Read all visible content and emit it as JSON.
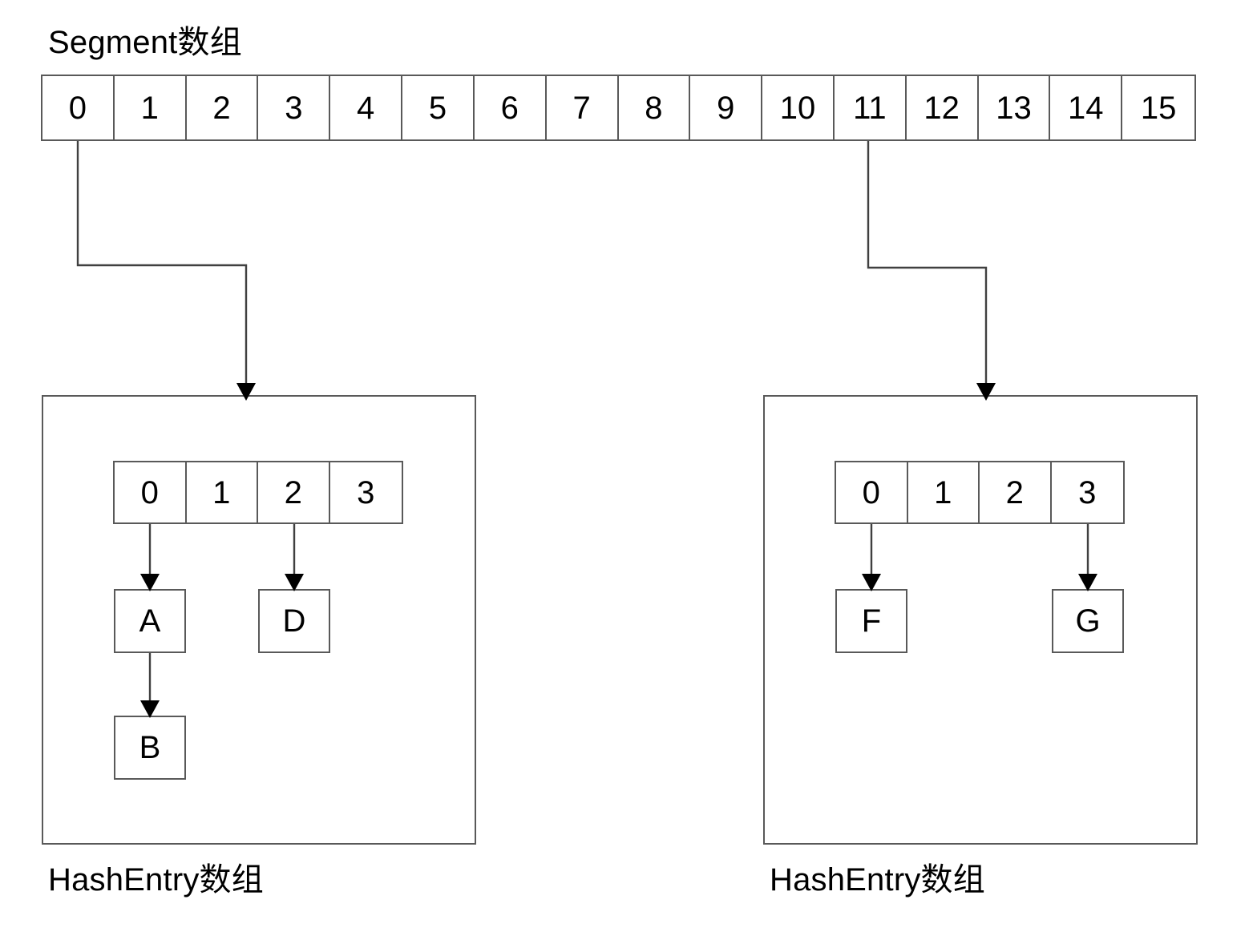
{
  "diagram": {
    "title": "Segment数组",
    "segment_array": {
      "name": "Segment数组",
      "cells": [
        "0",
        "1",
        "2",
        "3",
        "4",
        "5",
        "6",
        "7",
        "8",
        "9",
        "10",
        "11",
        "12",
        "13",
        "14",
        "15"
      ]
    },
    "segments": [
      {
        "id": "left",
        "source_index": "0",
        "caption": "HashEntry数组",
        "entry_array": [
          "0",
          "1",
          "2",
          "3"
        ],
        "nodes": [
          {
            "id": "a",
            "label": "A",
            "bucket": "0"
          },
          {
            "id": "b",
            "label": "B",
            "bucket": "0"
          },
          {
            "id": "d",
            "label": "D",
            "bucket": "2"
          }
        ],
        "links": [
          "0->A",
          "A->B",
          "2->D"
        ]
      },
      {
        "id": "right",
        "source_index": "11",
        "caption": "HashEntry数组",
        "entry_array": [
          "0",
          "1",
          "2",
          "3"
        ],
        "nodes": [
          {
            "id": "f",
            "label": "F",
            "bucket": "0"
          },
          {
            "id": "g",
            "label": "G",
            "bucket": "3"
          }
        ],
        "links": [
          "0->F",
          "3->G"
        ]
      }
    ],
    "colors": {
      "stroke": "#595959",
      "arrow": "#404040",
      "text": "#000000",
      "background": "#ffffff"
    }
  }
}
